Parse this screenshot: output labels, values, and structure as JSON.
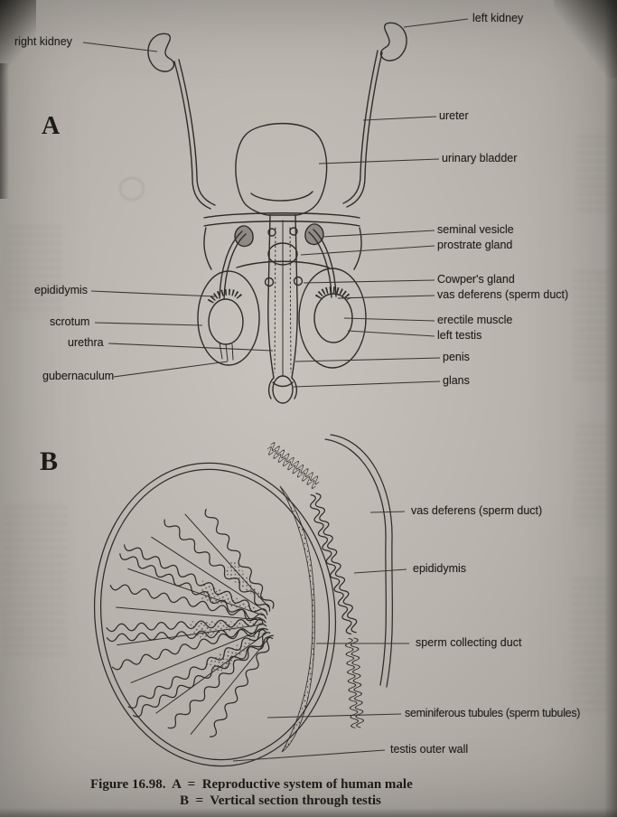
{
  "colors": {
    "paper": "#b8b4ad",
    "ink": "#2e2c29"
  },
  "caption": {
    "line1": "Figure 16.98.  A  =  Reproductive system of human male",
    "line2": "B  =  Vertical section through testis"
  },
  "diagram_a": {
    "section_label": "A",
    "labels": {
      "left_kidney": "left kidney",
      "right_kidney": "right kidney",
      "ureter": "ureter",
      "urinary_bladder": "urinary bladder",
      "seminal_vesicle": "seminal vesicle",
      "prostrate_gland": "prostrate gland",
      "cowpers_gland": "Cowper's gland",
      "vas_deferens": "vas deferens (sperm duct)",
      "epididymis": "epididymis",
      "scrotum": "scrotum",
      "erectile_muscle": "erectile muscle",
      "left_testis": "left testis",
      "urethra": "urethra",
      "penis": "penis",
      "gubernaculum": "gubernaculum",
      "glans": "glans"
    }
  },
  "diagram_b": {
    "section_label": "B",
    "labels": {
      "vas_deferens": "vas deferens (sperm duct)",
      "epididymis": "epididymis",
      "sperm_collecting_duct": "sperm collecting duct",
      "seminiferous_tubules": "seminiferous tubules (sperm tubules)",
      "testis_outer_wall": "testis outer wall"
    }
  }
}
